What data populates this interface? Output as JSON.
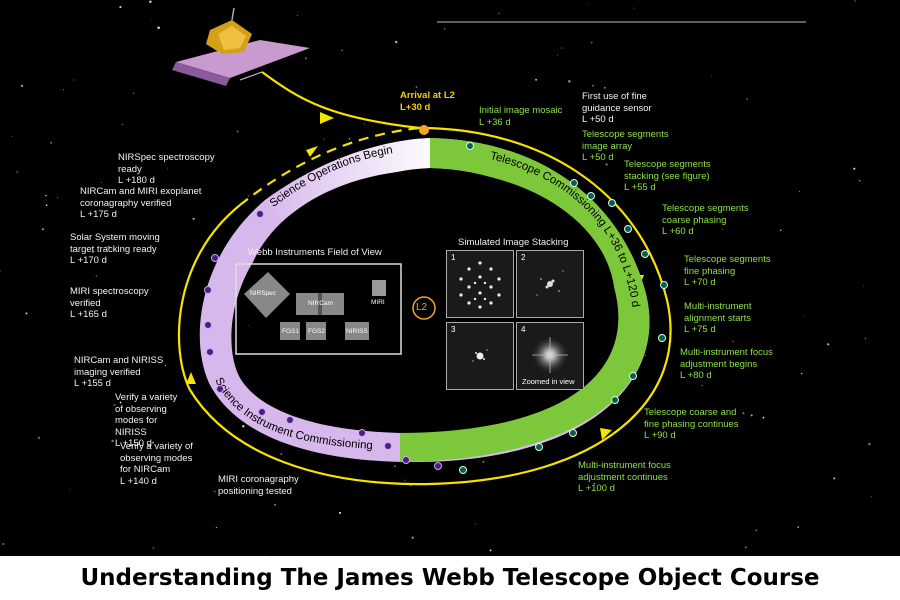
{
  "title": "Understanding The James Webb Telescope Object Course",
  "arc_labels": {
    "science_operations": "Science Operations Begin",
    "telescope_commissioning": "Telescope Commissioning L+36 to L+120 d",
    "instrument_commissioning": "Science Instrument Commissioning"
  },
  "arrival": {
    "label": "Arrival at L2",
    "day": "L+30 d"
  },
  "l2_marker": "L2",
  "right_milestones": [
    {
      "text": "Initial image mosaic",
      "day": "L +36 d"
    },
    {
      "text": "First use of fine\nguidance sensor",
      "day": "L +50 d"
    },
    {
      "text": "Telescope segments\nimage array",
      "day": "L +50 d"
    },
    {
      "text": "Telescope segments\nstacking (see figure)",
      "day": "L +55 d"
    },
    {
      "text": "Telescope segments\ncoarse phasing",
      "day": "L +60 d"
    },
    {
      "text": "Telescope segments\nfine phasing",
      "day": "L +70 d"
    },
    {
      "text": "Multi-instrument\nalignment starts",
      "day": "L +75 d"
    },
    {
      "text": "Multi-instrument focus\nadjustment begins",
      "day": "L +80 d"
    },
    {
      "text": "Telescope coarse and\nfine phasing continues",
      "day": "L +90 d"
    },
    {
      "text": "Multi-instrument focus\nadjustment continues",
      "day": "L +100 d"
    }
  ],
  "left_milestones": [
    {
      "text": "NIRSpec spectroscopy\nready",
      "day": "L +180 d"
    },
    {
      "text": "NIRCam and MIRI exoplanet\ncoronagraphy verified",
      "day": "L +175 d"
    },
    {
      "text": "Solar System moving\ntarget tracking ready",
      "day": "L +170 d"
    },
    {
      "text": "MIRI spectroscopy\nverified",
      "day": "L +165 d"
    },
    {
      "text": "NIRCam and NIRISS\nimaging verified",
      "day": "L +155 d"
    },
    {
      "text": "Verify a variety\nof observing\nmodes for\nNIRISS",
      "day": "L +150 d"
    },
    {
      "text": "Verify a variety of\nobserving modes\nfor NIRCam",
      "day": "L +140 d"
    },
    {
      "text": "MIRI coronagraphy\npositioning tested",
      "day": ""
    }
  ],
  "field_of_view": {
    "title": "Webb Instruments Field of View",
    "instruments": [
      "NIRSpec",
      "NIRCam",
      "MIRI",
      "FGS1",
      "FGS2",
      "NIRISS"
    ]
  },
  "stacking": {
    "title": "Simulated Image Stacking",
    "panels": [
      "1",
      "2",
      "3",
      "4"
    ],
    "zoom_caption": "Zoomed in view"
  },
  "colors": {
    "background": "#000000",
    "green_text": "#8ee04a",
    "commissioning_band": "#7dc83a",
    "instrument_band": "#d7b8ec",
    "trajectory": "#f5e400",
    "arrival": "#f5d000"
  }
}
